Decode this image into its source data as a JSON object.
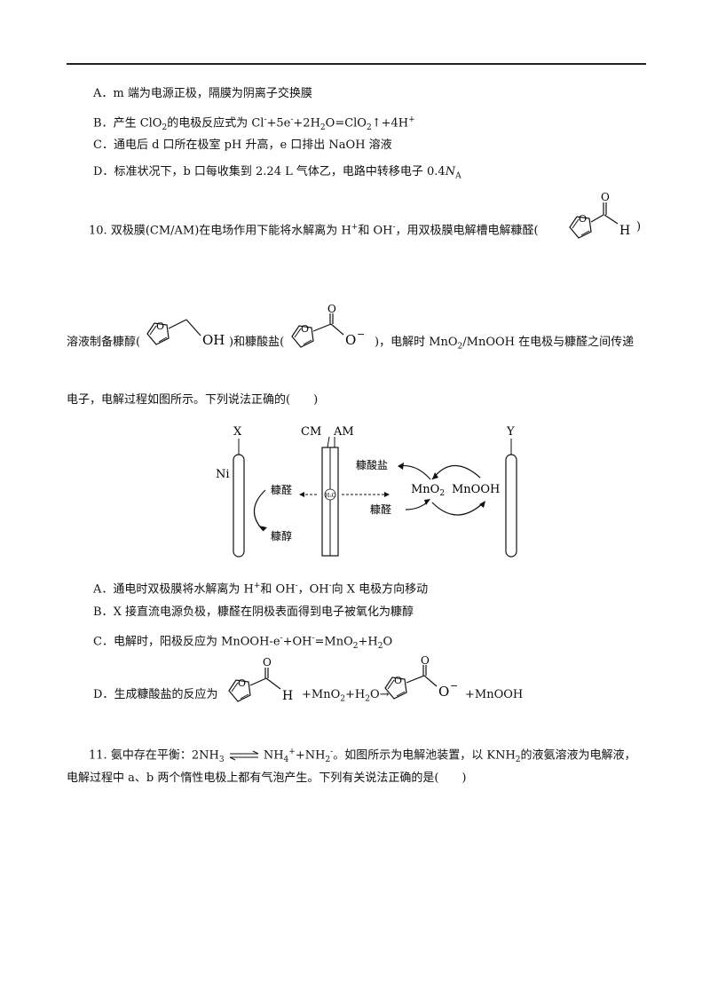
{
  "options_q9": [
    {
      "label": "A．",
      "text": "m 端为电源正极，隔膜为阴离子交换膜"
    },
    {
      "label": "B．",
      "text_a": "产生 ClO",
      "text_b": "的电极反应式为 Cl",
      "text_c": "+5e",
      "text_d": "+2H",
      "text_e": "O=ClO",
      "text_f": "↑+4H"
    },
    {
      "label": "C．",
      "text": "通电后 d 口所在极室 pH 升高，e 口排出 NaOH 溶液"
    },
    {
      "label": "D．",
      "text_a": "标准状况下，b 口每收集到 2.24 L 气体乙，电路中转移电子 0.4",
      "text_b": "N",
      "text_c": "A"
    }
  ],
  "q10": {
    "number": "10.",
    "line1": "双极膜(CM/AM)在电场作用下能将水解离为 H",
    "line1_b": "和 OH",
    "line1_c": "，用双极膜电解槽电解糠醛(",
    "line1_d": ")",
    "line2_a": "溶液制备糠醇(",
    "line2_b": ")和糠酸盐(",
    "line2_c": ")，电解时 MnO",
    "line2_d": "/MnOOH 在电极与糠醛之间传递",
    "line3": "电子，电解过程如图所示。下列说法正确的(　　)",
    "options": [
      {
        "label": "A．",
        "text_a": "通电时双极膜将水解离为 H",
        "text_b": "和 OH",
        "text_c": "，OH",
        "text_d": "向 X 电极方向移动"
      },
      {
        "label": "B．",
        "text": "X 接直流电源负极，糠醛在阴极表面得到电子被氧化为糠醇"
      },
      {
        "label": "C．",
        "text_a": "电解时，阳极反应为 MnOOH-e",
        "text_b": "+OH",
        "text_c": "=MnO",
        "text_d": "+H",
        "text_e": "O"
      },
      {
        "label": "D．",
        "text_a": "生成糠酸盐的反应为",
        "text_b": "+MnO",
        "text_c": "+H",
        "text_d": "O→",
        "text_e": "+MnOOH"
      }
    ]
  },
  "q11": {
    "number": "11.",
    "line1_a": "氨中存在平衡：2NH",
    "line1_b": "NH",
    "line1_c": "+NH",
    "line1_d": "。如图所示为电解池装置，以 KNH",
    "line1_e": "的液氨溶液为电解液，",
    "line2": "电解过程中 a、b 两个惰性电极上都有气泡产生。下列有关说法正确的是(　　)"
  },
  "marks": {
    "plus": "+",
    "minus": "-",
    "two": "2",
    "three": "3",
    "four": "4"
  },
  "chem": {
    "H": "H",
    "O": "O",
    "OH": "OH",
    "Ominus": "O",
    "charge": "−"
  },
  "diagram": {
    "X": "X",
    "Y": "Y",
    "Ni": "Ni",
    "CM": "CM",
    "AM": "AM",
    "furfural": "糠醛",
    "furfuryl_alcohol": "糠醇",
    "furoate": "糠酸盐",
    "furfural_right": "糠醛",
    "MnO2": "MnO",
    "MnO2_sub": "2",
    "MnOOH": "MnOOH",
    "H2O": "H₂O"
  }
}
